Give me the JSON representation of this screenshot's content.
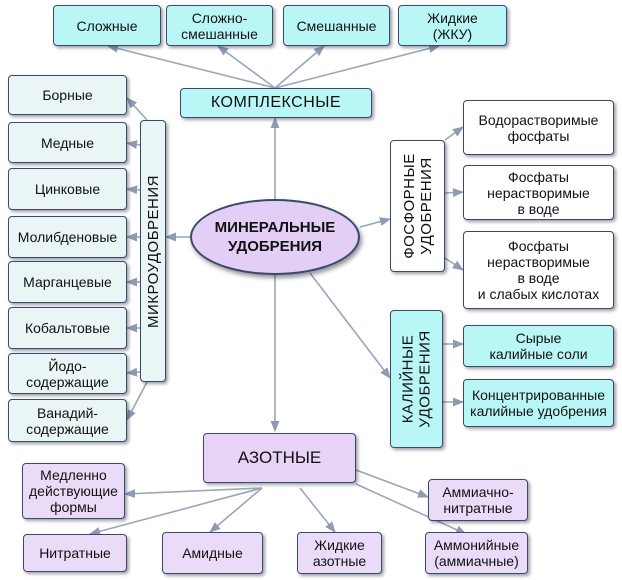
{
  "center": {
    "label": "МИНЕРАЛЬНЫЕ\nУДОБРЕНИЯ"
  },
  "complex": {
    "label": "КОМПЛЕКСНЫЕ",
    "items": [
      "Сложные",
      "Сложно-\nсмешанные",
      "Смешанные",
      "Жидкие\n(ЖКУ)"
    ]
  },
  "micro": {
    "label": "МИКРОУДОБРЕНИЯ",
    "items": [
      "Борные",
      "Медные",
      "Цинковые",
      "Молибденовые",
      "Марганцевые",
      "Кобальтовые",
      "Йодо-\nсодержащие",
      "Ванадий-\nсодержащие"
    ]
  },
  "phosphorus": {
    "label": "ФОСФОРНЫЕ\nУДОБРЕНИЯ",
    "items": [
      "Водорастворимые\nфосфаты",
      "Фосфаты\nнерастворимые\nв воде",
      "Фосфаты\nнерастворимые\nв воде\nи слабых кислотах"
    ]
  },
  "potash": {
    "label": "КАЛИЙНЫЕ\nУДОБРЕНИЯ",
    "items": [
      "Сырые\nкалийные соли",
      "Концентрированные\nкалийные удобрения"
    ]
  },
  "nitrogen": {
    "label": "АЗОТНЫЕ",
    "items": [
      "Медленно\nдействующие\nформы",
      "Нитратные",
      "Амидные",
      "Жидкие\nазотные",
      "Аммонийные\n(аммиачные)",
      "Аммиачно-\nнитратные"
    ]
  },
  "colors": {
    "cyan": "#b9f7f7",
    "violet": "#e7d3f6",
    "line": "#9aa6bc",
    "border": "#3b4a6b"
  }
}
